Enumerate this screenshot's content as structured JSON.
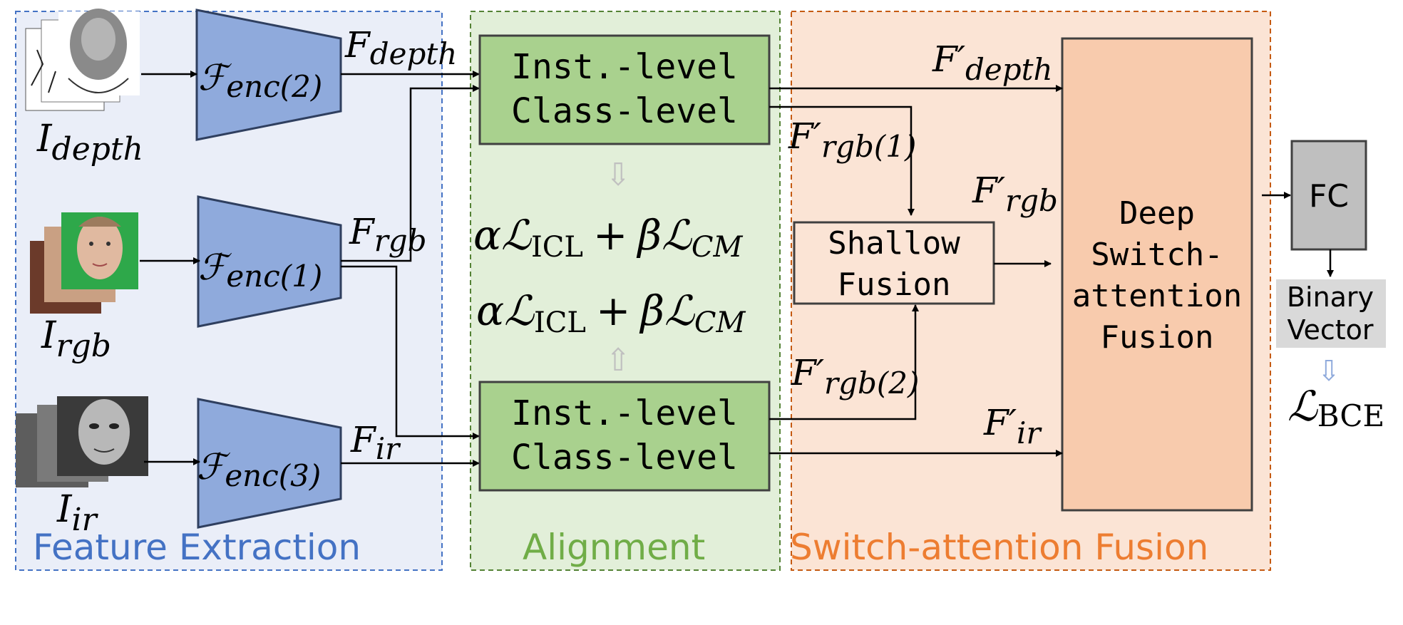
{
  "sections": {
    "feature_extraction": "Feature Extraction",
    "alignment": "Alignment",
    "fusion": "Switch-attention Fusion"
  },
  "colors": {
    "feature_bg": "#eaeef8",
    "feature_border": "#4472c4",
    "alignment_bg": "#e2efd9",
    "alignment_border": "#548235",
    "fusion_bg": "#fbe4d5",
    "fusion_border": "#c55a11",
    "encoder_fill": "#8faadc",
    "align_box_fill": "#a9d18e",
    "fusion_box_fill": "#f8cbad",
    "fc_fill": "#bfbfbf",
    "binary_fill": "#d9d9d9"
  },
  "inputs": {
    "depth": {
      "base": "I",
      "sub": "depth"
    },
    "rgb": {
      "base": "I",
      "sub": "rgb"
    },
    "ir": {
      "base": "I",
      "sub": "ir"
    }
  },
  "encoders": {
    "enc1": {
      "base": "ℱ",
      "sub": "enc(1)"
    },
    "enc2": {
      "base": "ℱ",
      "sub": "enc(2)"
    },
    "enc3": {
      "base": "ℱ",
      "sub": "enc(3)"
    }
  },
  "features": {
    "depth": {
      "base": "F",
      "sub": "depth"
    },
    "rgb": {
      "base": "F",
      "sub": "rgb"
    },
    "ir": {
      "base": "F",
      "sub": "ir"
    }
  },
  "alignment": {
    "line1": "Inst.-level",
    "line2": "Class-level",
    "loss": {
      "a": "α",
      "L": "ℒ",
      "sub1": "ICL",
      "plus": "+",
      "b": "β",
      "sub2": "CM"
    },
    "arrow_down": "⇩",
    "arrow_up": "⇧"
  },
  "aligned_features": {
    "depth": {
      "base": "F′",
      "sub": "depth"
    },
    "rgb1": {
      "base": "F′",
      "sub": "rgb(1)"
    },
    "rgb": {
      "base": "F′",
      "sub": "rgb"
    },
    "rgb2": {
      "base": "F′",
      "sub": "rgb(2)"
    },
    "ir": {
      "base": "F′",
      "sub": "ir"
    }
  },
  "fusion": {
    "shallow_line1": "Shallow",
    "shallow_line2": "Fusion",
    "deep_line1": "Deep",
    "deep_line2": "Switch-",
    "deep_line3": "attention",
    "deep_line4": "Fusion"
  },
  "output": {
    "fc": "FC",
    "binary_line1": "Binary",
    "binary_line2": "Vector",
    "arrow": "⇩",
    "loss": {
      "L": "ℒ",
      "sub": "BCE"
    }
  }
}
